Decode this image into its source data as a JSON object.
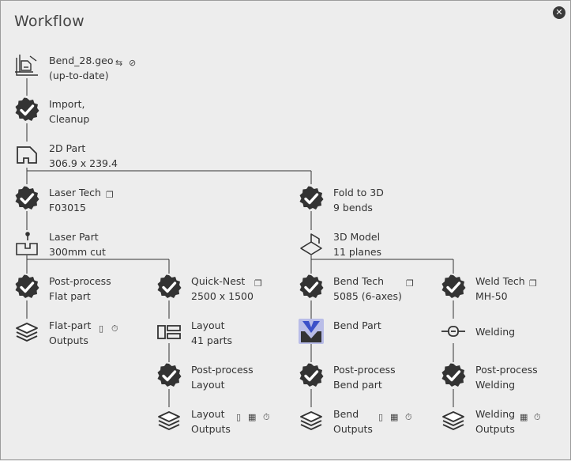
{
  "window": {
    "title": "Workflow",
    "close_glyph": "✕"
  },
  "nodes": {
    "geo": {
      "line1": "Bend_28.geo",
      "line2": "(up-to-date)"
    },
    "import": {
      "line1": "Import,",
      "line2": "Cleanup"
    },
    "part2d": {
      "line1": "2D Part",
      "line2": "306.9 x 239.4"
    },
    "laser_tech": {
      "line1": "Laser Tech",
      "line2": "F03015"
    },
    "fold3d": {
      "line1": "Fold to 3D",
      "line2": "9 bends"
    },
    "laser_part": {
      "line1": "Laser Part",
      "line2": "300mm cut"
    },
    "model3d": {
      "line1": "3D Model",
      "line2": "11 planes"
    },
    "post_flat": {
      "line1": "Post-process",
      "line2": "Flat part"
    },
    "quick_nest": {
      "line1": "Quick-Nest",
      "line2": "2500 x 1500"
    },
    "bend_tech": {
      "line1": "Bend Tech",
      "line2": "5085 (6-axes)"
    },
    "weld_tech": {
      "line1": "Weld Tech",
      "line2": "MH-50"
    },
    "flat_outputs": {
      "line1": "Flat-part",
      "line2": "Outputs"
    },
    "layout": {
      "line1": "Layout",
      "line2": "41 parts"
    },
    "bend_part": {
      "line1": "Bend Part"
    },
    "welding": {
      "line1": "Welding"
    },
    "post_layout": {
      "line1": "Post-process",
      "line2": "Layout"
    },
    "post_bend": {
      "line1": "Post-process",
      "line2": "Bend part"
    },
    "post_weld": {
      "line1": "Post-process",
      "line2": "Welding"
    },
    "layout_outputs": {
      "line1": "Layout",
      "line2": "Outputs"
    },
    "bend_outputs": {
      "line1": "Bend",
      "line2": "Outputs"
    },
    "weld_outputs": {
      "line1": "Welding",
      "line2": "Outputs"
    }
  },
  "colors": {
    "badge": "#333333",
    "line": "#333333",
    "highlight": "#b9bde8"
  }
}
